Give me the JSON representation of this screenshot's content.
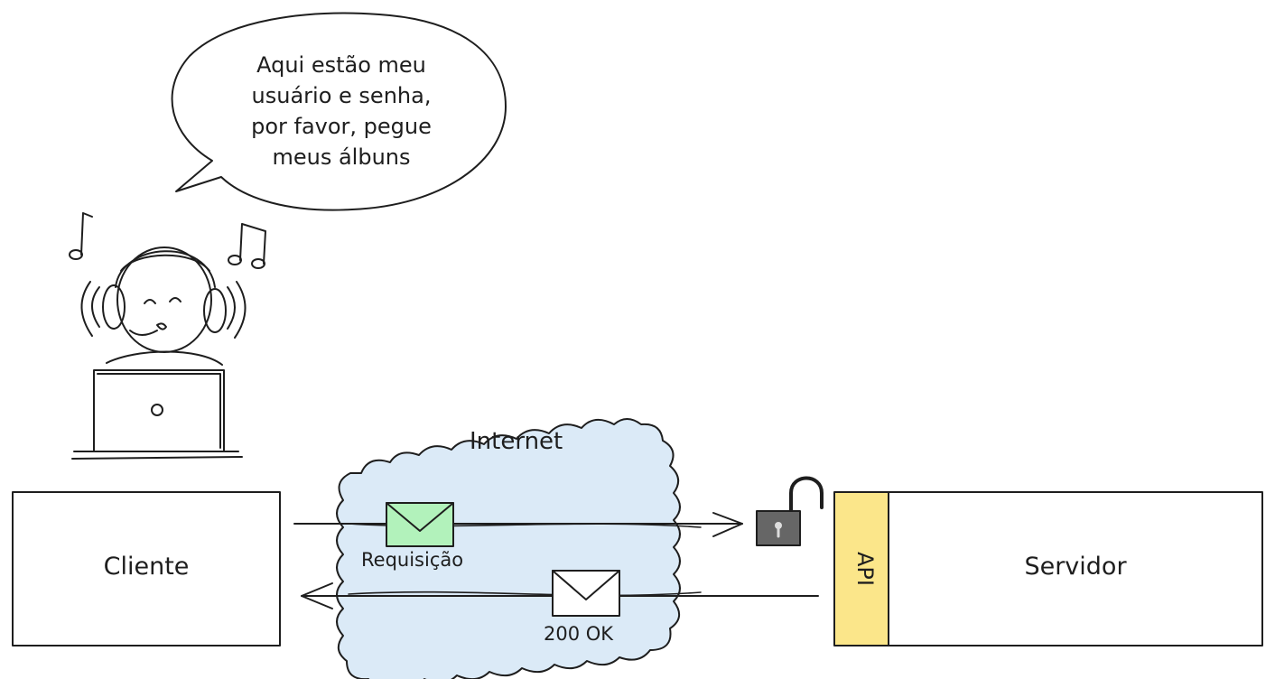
{
  "speech": {
    "lines": [
      "Aqui estão meu",
      "usuário e senha,",
      "por favor, pegue",
      "meus álbuns"
    ]
  },
  "nodes": {
    "client": "Cliente",
    "server": "Servidor",
    "api": "API"
  },
  "network": {
    "cloud_label": "Internet",
    "request_label": "Requisição",
    "response_label": "200 OK"
  },
  "icons": {
    "request_envelope": "envelope-icon",
    "response_envelope": "envelope-icon",
    "lock": "unlocked-padlock-icon",
    "user": "user-with-headphones-icon",
    "laptop": "laptop-icon",
    "notes": "music-note-icon"
  },
  "colors": {
    "cloud_fill": "#dbeaf7",
    "request_envelope_fill": "#b2f2bb",
    "api_fill": "#fbe68a",
    "lock_fill": "#666666",
    "stroke": "#1e1e1e"
  }
}
